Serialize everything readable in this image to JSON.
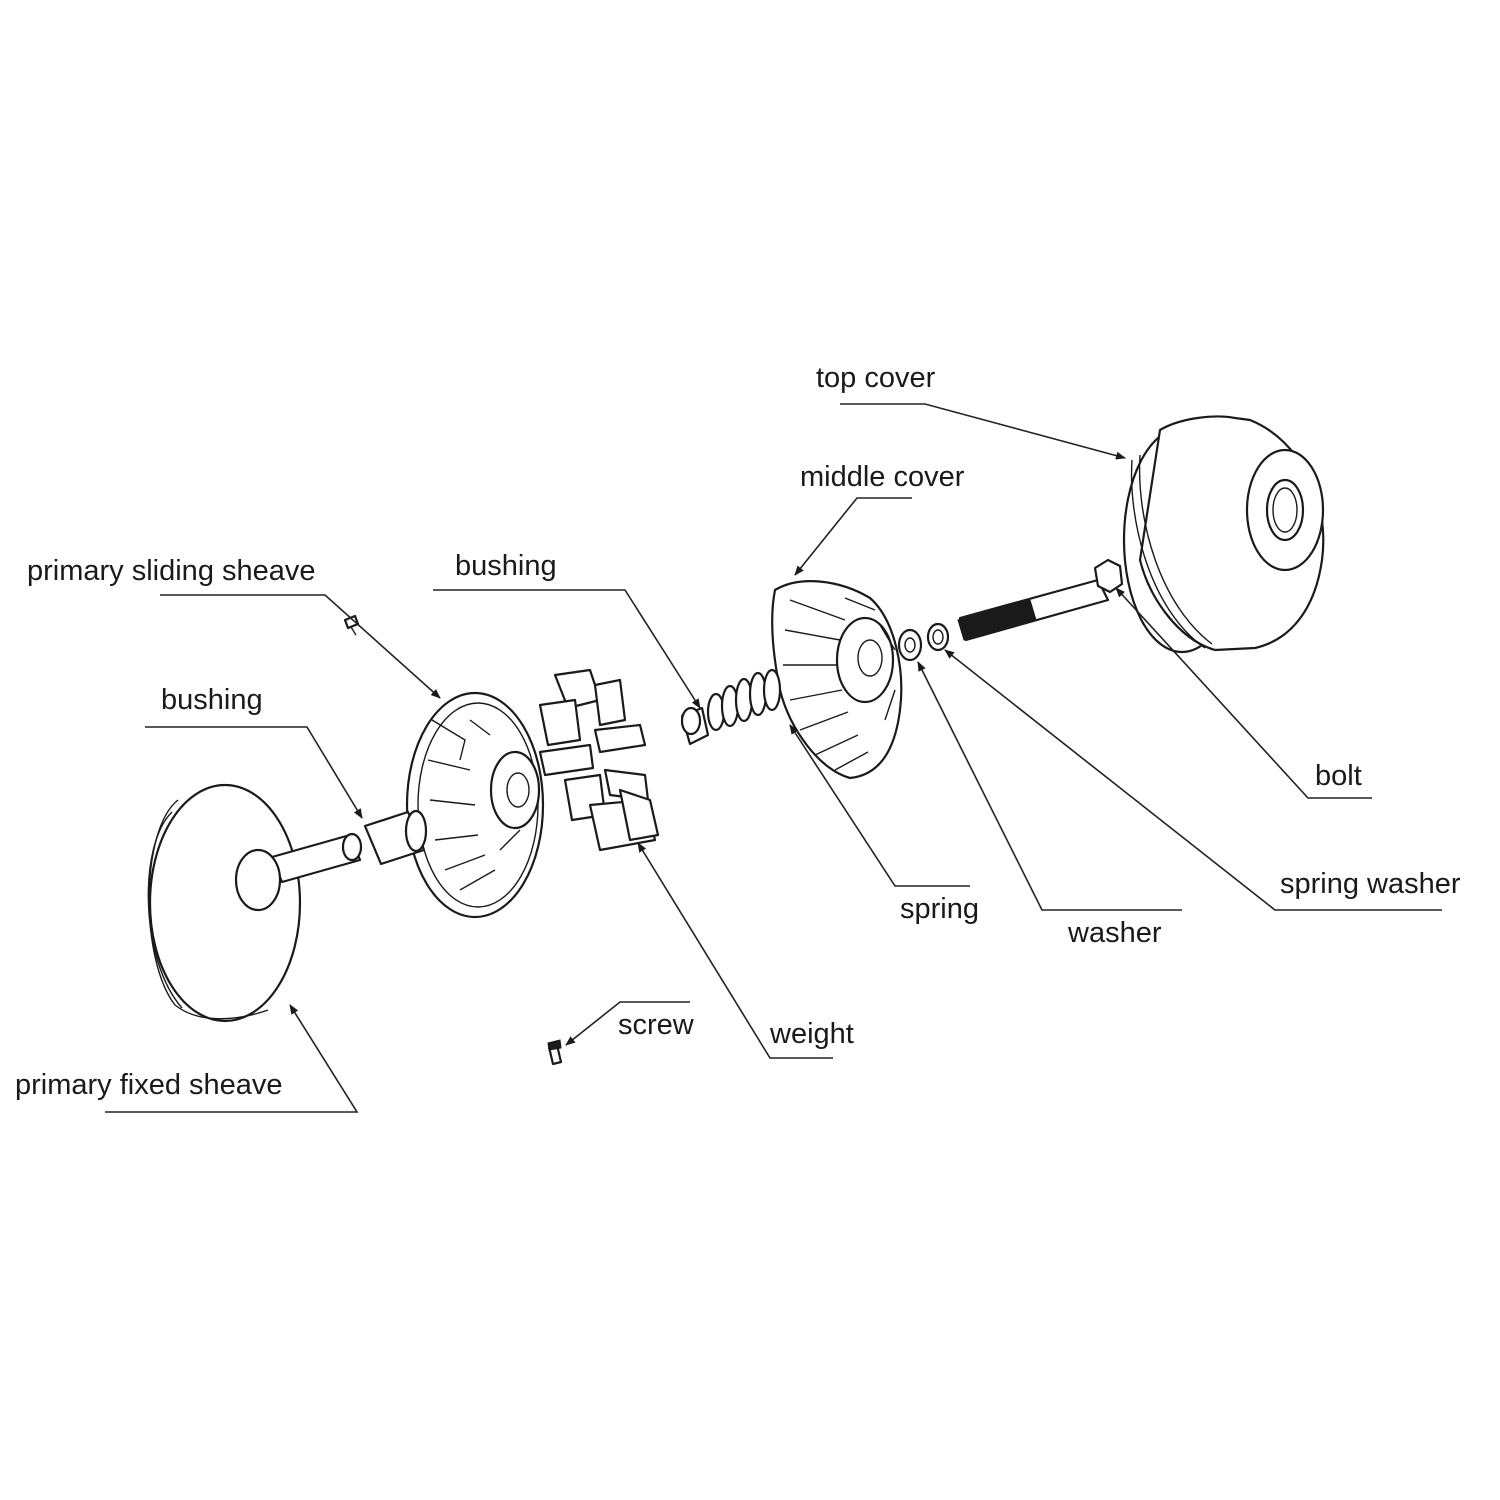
{
  "labels": {
    "top_cover": "top cover",
    "middle_cover": "middle cover",
    "primary_sliding_sheave": "primary sliding sheave",
    "bushing_upper": "bushing",
    "bushing_lower": "bushing",
    "bolt": "bolt",
    "spring_washer": "spring washer",
    "spring": "spring",
    "washer": "washer",
    "weight": "weight",
    "screw": "screw",
    "primary_fixed_sheave": "primary fixed sheave"
  }
}
